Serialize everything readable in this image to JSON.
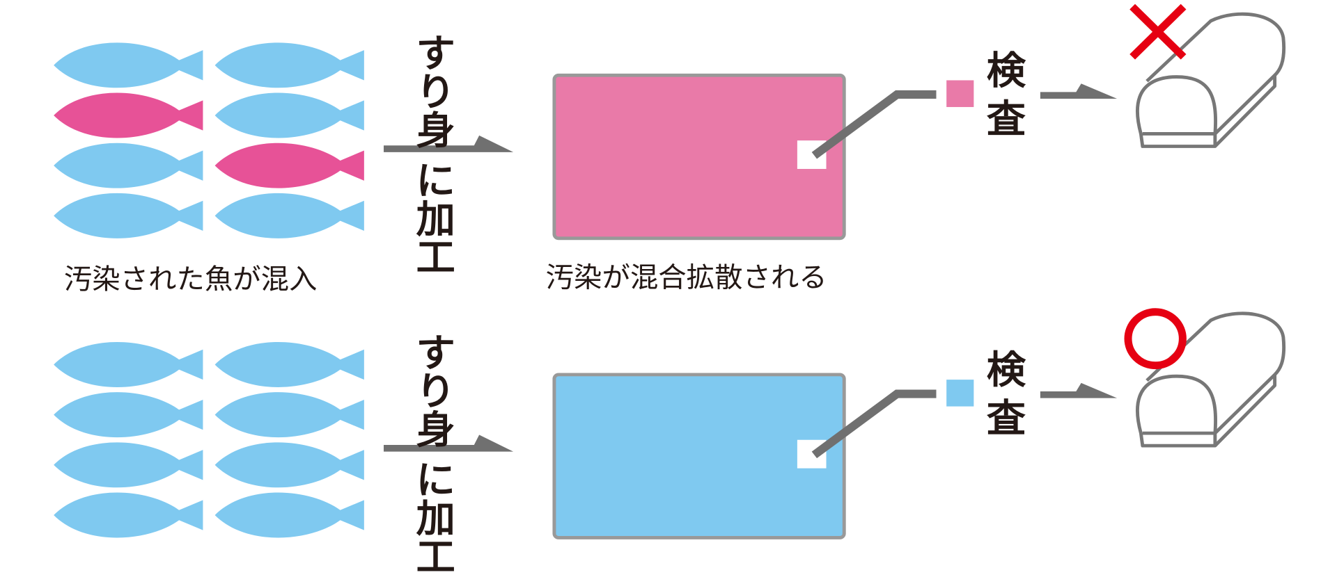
{
  "colors": {
    "fish_clean": "#7FC9F0",
    "fish_contaminated": "#E75297",
    "mass_contaminated": "#E97AA8",
    "mass_clean": "#7FC9F0",
    "gray": "#707070",
    "red": "#E60012",
    "text": "#231815"
  },
  "rows": [
    {
      "id": "contaminated",
      "fish": [
        [
          "clean",
          "clean"
        ],
        [
          "contaminated",
          "clean"
        ],
        [
          "clean",
          "contaminated"
        ],
        [
          "clean",
          "clean"
        ]
      ],
      "process_top": [
        "す",
        "り",
        "身"
      ],
      "process_bottom": [
        "に",
        "加",
        "工"
      ],
      "fish_caption": "汚染された魚が混入",
      "mass_caption": "汚染が混合拡散される",
      "inspect": [
        "検",
        "査"
      ],
      "result": "fail",
      "result_icon": "cross-icon"
    },
    {
      "id": "clean",
      "fish": [
        [
          "clean",
          "clean"
        ],
        [
          "clean",
          "clean"
        ],
        [
          "clean",
          "clean"
        ],
        [
          "clean",
          "clean"
        ]
      ],
      "process_top": [
        "す",
        "り",
        "身"
      ],
      "process_bottom": [
        "に",
        "加",
        "工"
      ],
      "inspect": [
        "検",
        "査"
      ],
      "result": "pass",
      "result_icon": "circle-icon"
    }
  ]
}
